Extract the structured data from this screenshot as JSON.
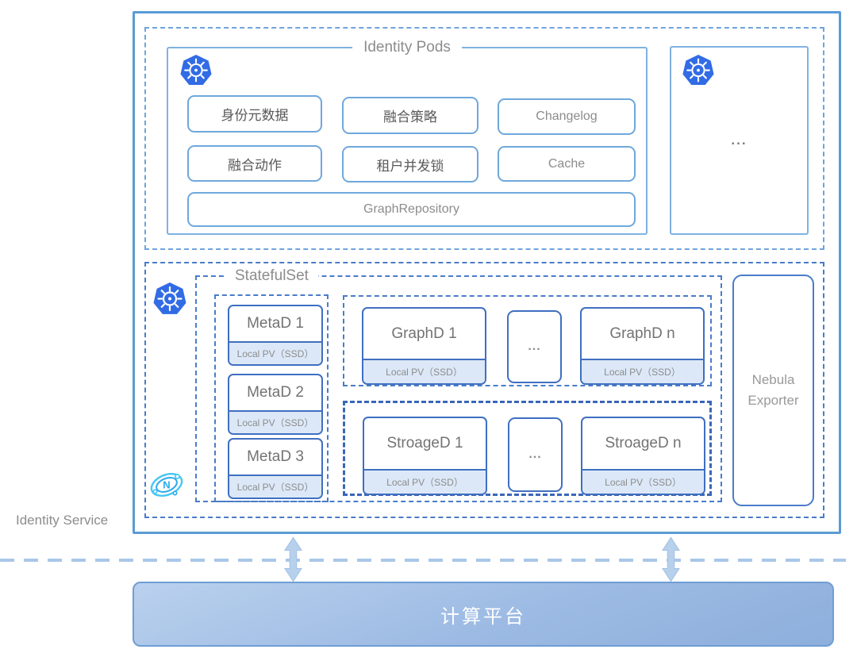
{
  "identity_service": {
    "label": "Identity Service"
  },
  "identity_pods": {
    "title": "Identity Pods",
    "row1": [
      "身份元数据",
      "融合策略",
      "Changelog"
    ],
    "row2": [
      "融合动作",
      "租户并发锁",
      "Cache"
    ],
    "wide": "GraphRepository",
    "more": "..."
  },
  "statefulset": {
    "title": "StatefulSet",
    "metad": [
      {
        "name": "MetaD 1",
        "pv": "Local PV（SSD）"
      },
      {
        "name": "MetaD 2",
        "pv": "Local PV（SSD）"
      },
      {
        "name": "MetaD 3",
        "pv": "Local PV（SSD）"
      }
    ],
    "graphd": {
      "first": {
        "name": "GraphD 1",
        "pv": "Local PV（SSD）"
      },
      "more": "...",
      "last": {
        "name": "GraphD n",
        "pv": "Local PV（SSD）"
      }
    },
    "storaged": {
      "first": {
        "name": "StroageD 1",
        "pv": "Local PV（SSD）"
      },
      "more": "...",
      "last": {
        "name": "StroageD n",
        "pv": "Local PV（SSD）"
      }
    }
  },
  "nebula_exporter": {
    "line1": "Nebula",
    "line2": "Exporter"
  },
  "platform": {
    "label": "计算平台"
  },
  "icons": {
    "kubernetes": "kubernetes-logo",
    "nebula": "nebula-graph-logo",
    "arrow": "double-headed-vertical-arrow"
  },
  "colors": {
    "k8s_blue": "#326CE5",
    "outer_border": "#5B9BD5",
    "light_box_border": "#7FB2E0",
    "button_border": "#6FA8DC",
    "deep_dash": "#4A7CC9",
    "bold_dash": "#3A66B8",
    "node_border": "#3F6FC1",
    "pv_fill": "#DCE8F7",
    "separator": "#A9C7E8",
    "arrow_fill": "#B7D0EC",
    "platform_border": "#6F9ED4",
    "nebula_cyan": "#45C6F4",
    "text_gray": "#8C8C8C"
  }
}
